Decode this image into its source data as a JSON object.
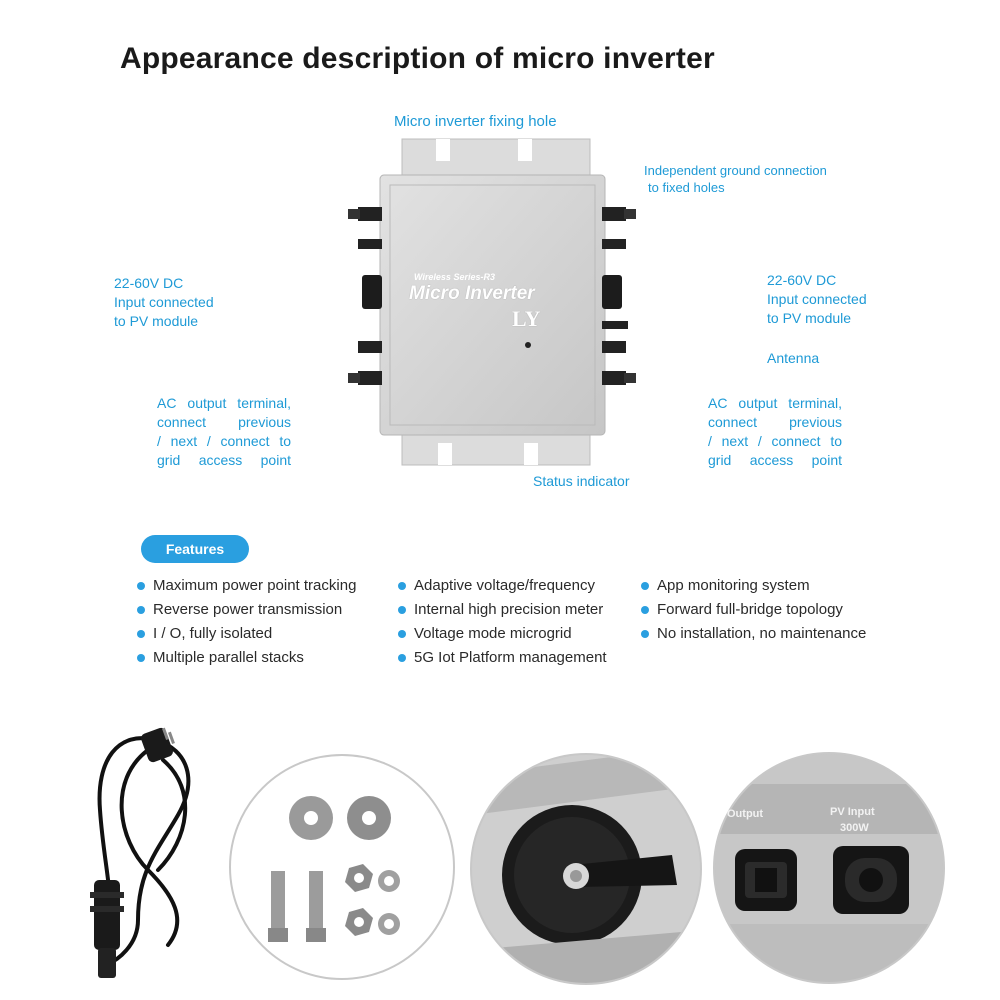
{
  "title": "Appearance description of micro inverter",
  "device": {
    "series": "Wireless Series-R3",
    "name": "Micro Inverter",
    "brand": "LY"
  },
  "callouts": {
    "fixing_hole": "Micro inverter fixing hole",
    "ground": [
      "Independent ground connection",
      "to fixed holes"
    ],
    "dc_input_left": [
      "22-60V DC",
      "Input connected",
      "to PV module"
    ],
    "dc_input_right": [
      "22-60V DC",
      "Input connected",
      "to PV module"
    ],
    "antenna": "Antenna",
    "ac_output_left": [
      "AC output terminal,",
      "connect previous",
      "/ next / connect to",
      "grid access point"
    ],
    "ac_output_right": [
      "AC output terminal,",
      "connect previous",
      "/ next / connect to",
      "grid access point"
    ],
    "status": "Status indicator"
  },
  "features": {
    "label": "Features",
    "columns": [
      [
        "Maximum power point tracking",
        "Reverse power transmission",
        "I / O, fully isolated",
        "Multiple parallel stacks"
      ],
      [
        "Adaptive voltage/frequency",
        "Internal high precision meter",
        "Voltage mode microgrid",
        "5G Iot Platform management"
      ],
      [
        "App monitoring system",
        "Forward full-bridge topology",
        "No installation, no maintenance"
      ]
    ]
  },
  "closeups": {
    "port_label_output": "Output",
    "port_label_pv": "PV Input",
    "port_label_power": "300W"
  },
  "colors": {
    "accent": "#1e9ad6",
    "badge": "#2a9fe0"
  }
}
